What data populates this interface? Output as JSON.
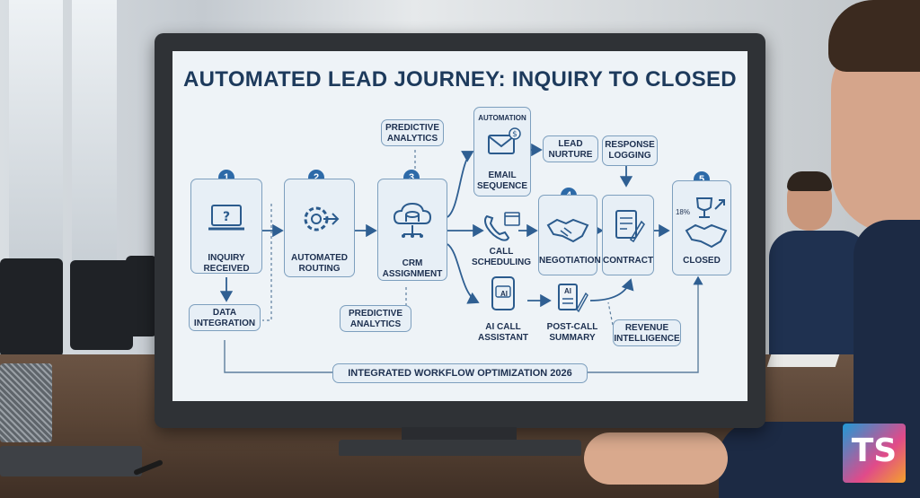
{
  "title": "AUTOMATED LEAD JOURNEY: INQUIRY TO CLOSED",
  "steps": {
    "s1": {
      "num": "1",
      "label": "INQUIRY RECEIVED"
    },
    "s2": {
      "num": "2",
      "label": "AUTOMATED ROUTING"
    },
    "s3": {
      "num": "3",
      "label": "CRM ASSIGNMENT"
    },
    "s4": {
      "num": "4",
      "label": "NEGOTIATION"
    },
    "s5": {
      "num": "5",
      "label": "CLOSED"
    }
  },
  "labels": {
    "data_integration": "DATA INTEGRATION",
    "predictive_top": "PREDICTIVE ANALYTICS",
    "predictive_bottom": "PREDICTIVE ANALYTICS",
    "automation": "AUTOMATION",
    "email_sequence": "EMAIL SEQUENCE",
    "lead_nurture": "LEAD NURTURE",
    "response_logging": "RESPONSE LOGGING",
    "call_scheduling": "CALL SCHEDULING",
    "contract": "CONTRACT",
    "ai_call_assistant": "AI CALL ASSISTANT",
    "post_call_summary": "POST-CALL SUMMARY",
    "revenue_intelligence": "REVENUE INTELLIGENCE",
    "workflow": "INTEGRATED WORKFLOW OPTIMIZATION 2026",
    "ai_badge": "AI",
    "ai_doc": "AI",
    "percent": "18%"
  },
  "logo": {
    "text": "TS"
  },
  "colors": {
    "accent": "#2d6aa8",
    "line": "#2f5f92",
    "box_border": "#7d9fbe"
  }
}
